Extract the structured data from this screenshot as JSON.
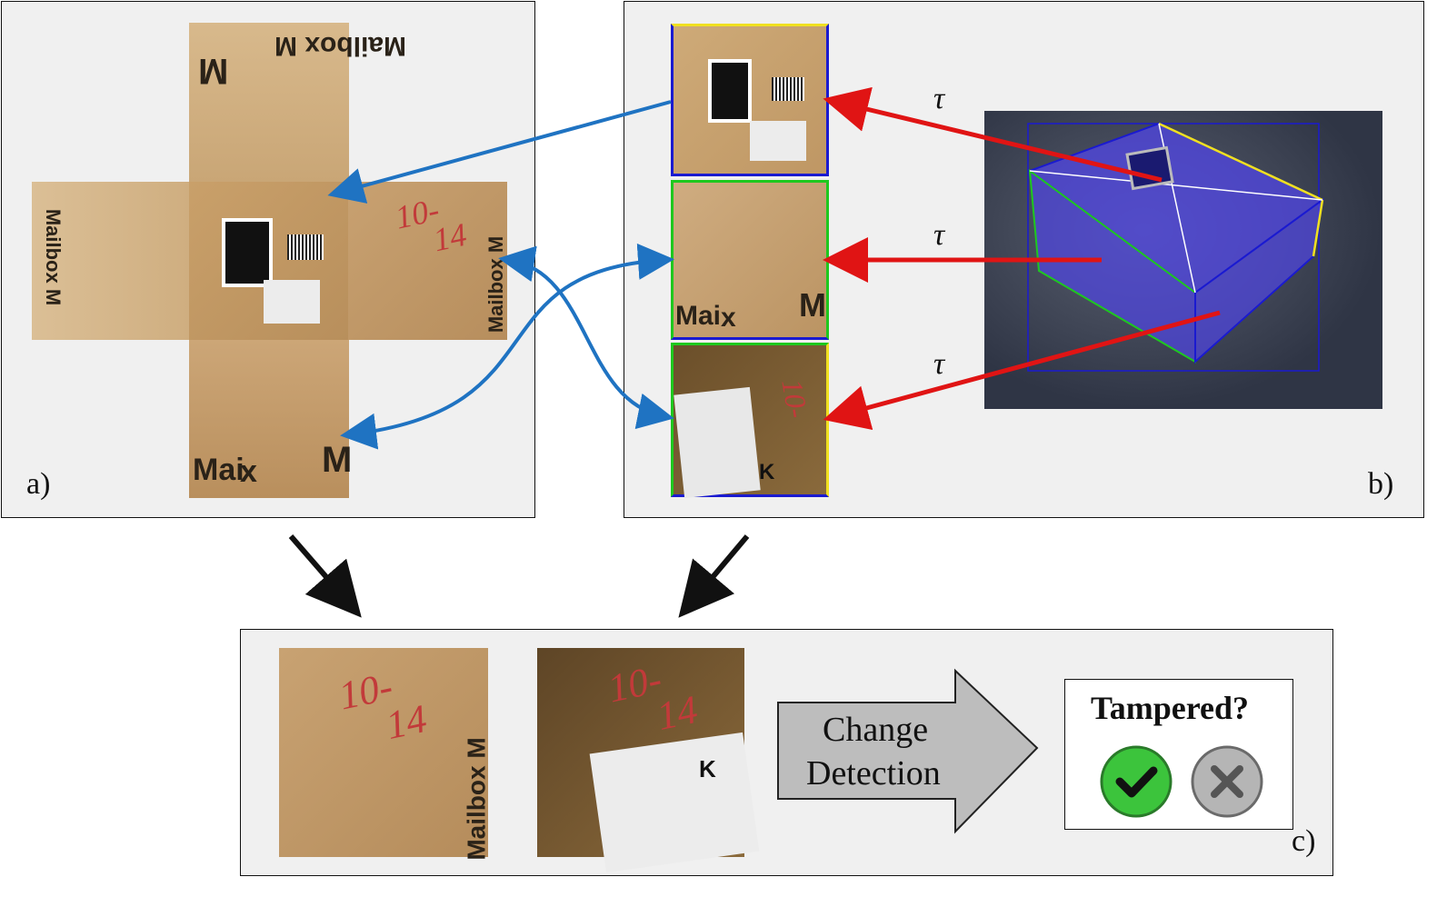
{
  "panels": {
    "a": {
      "label": "a)"
    },
    "b": {
      "label": "b)"
    },
    "c": {
      "label": "c)"
    }
  },
  "box_texts": {
    "mailbox": "Mailbox M",
    "mail_partial": "Mai",
    "x_letter": "x",
    "m_letter": "M",
    "k_letter": "K",
    "handwritten_top": "10-",
    "handwritten_bottom": "14"
  },
  "relation_symbol": "τ",
  "arrow_label": {
    "line1": "Change",
    "line2": "Detection"
  },
  "result": {
    "title": "Tampered?",
    "yes_icon": "check-circle-icon",
    "no_icon": "cross-circle-icon"
  },
  "colors": {
    "blue_arrow": "#1f73c2",
    "red_arrow": "#e01414",
    "edge_blue": "#1a1ad0",
    "edge_green": "#1ec81e",
    "edge_yellow": "#f0e020",
    "check_green": "#3cc43c",
    "cross_grey": "#b5b5b5",
    "arrow_grey": "#bdbdbd"
  }
}
